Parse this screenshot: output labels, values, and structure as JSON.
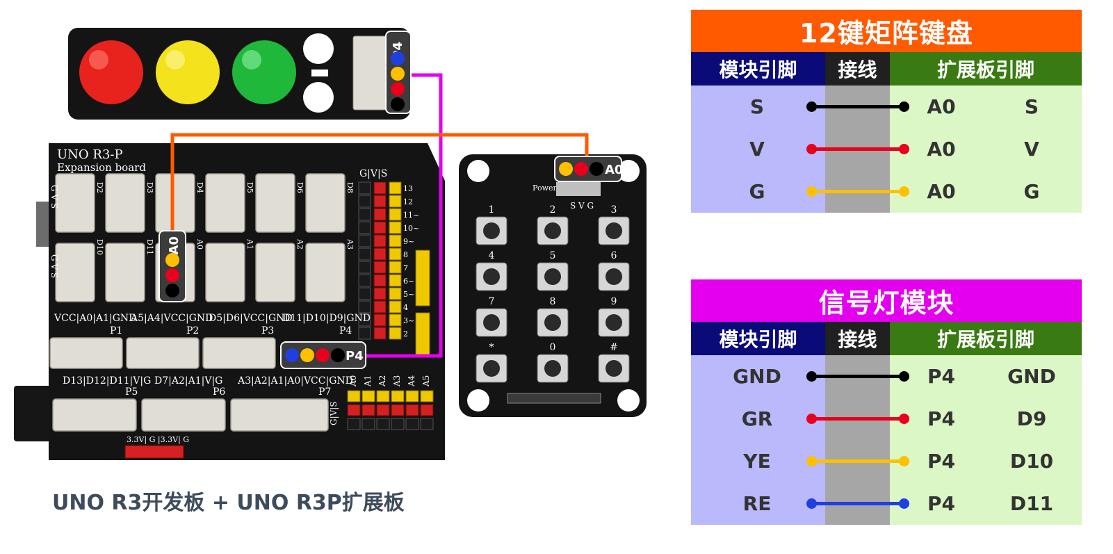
{
  "traffic_light": {
    "port_tag": "P4"
  },
  "shield": {
    "title_line1": "UNO R3-P",
    "title_line2": "Expansion board",
    "port_tag": "A0",
    "gvs_left": "G V S",
    "gvs_header": "G|V|S",
    "top_ports": [
      "D2",
      "D3",
      "D4",
      "D5",
      "D6",
      "D8"
    ],
    "mid_ports": [
      "D10",
      "D11",
      "A0",
      "A1",
      "A2",
      "A3"
    ],
    "pin_numbers": [
      "13",
      "12",
      "11~",
      "10~",
      "9~",
      "8",
      "7",
      "6~",
      "5~",
      "4",
      "3~",
      "2"
    ],
    "p_labels": [
      {
        "pins": "VCC|A0|A1|GND",
        "name": "P1"
      },
      {
        "pins": "A5|A4|VCC|GND",
        "name": "P2"
      },
      {
        "pins": "D5|D6|VCC|GND",
        "name": "P3"
      },
      {
        "pins": "D11|D10|D9|GND",
        "name": "P4"
      },
      {
        "pins": "D13|D12|D11|V|G",
        "name": "P5"
      },
      {
        "pins": "D7|A2|A1|V|G",
        "name": "P6"
      },
      {
        "pins": "A3|A2|A1|A0|VCC|GND",
        "name": "P7"
      }
    ],
    "analog_labels": [
      "A0",
      "A1",
      "A2",
      "A3",
      "A4",
      "A5"
    ],
    "power_label": "3.3V| G |3.3V| G",
    "p4_tag": "P4"
  },
  "keypad": {
    "port_tag": "A0",
    "svg_label": "S V G",
    "power_label": "Power",
    "key_labels": [
      "1",
      "2",
      "3",
      "4",
      "5",
      "6",
      "7",
      "8",
      "9",
      "*",
      "0",
      "#"
    ]
  },
  "caption": "UNO R3开发板 + UNO R3P扩展板",
  "table1": {
    "title": "12键矩阵键盘",
    "headers": {
      "module_pin": "模块引脚",
      "wiring": "接线",
      "ext_pin": "扩展板引脚"
    },
    "rows": [
      {
        "module_pin": "S",
        "color": "#000000",
        "port": "A0",
        "signal": "S"
      },
      {
        "module_pin": "V",
        "color": "#e8001c",
        "port": "A0",
        "signal": "V"
      },
      {
        "module_pin": "G",
        "color": "#ffc000",
        "port": "A0",
        "signal": "G"
      }
    ]
  },
  "table2": {
    "title": "信号灯模块",
    "headers": {
      "module_pin": "模块引脚",
      "wiring": "接线",
      "ext_pin": "扩展板引脚"
    },
    "rows": [
      {
        "module_pin": "GND",
        "color": "#000000",
        "port": "P4",
        "signal": "GND"
      },
      {
        "module_pin": "GR",
        "color": "#e8001c",
        "port": "P4",
        "signal": "D9"
      },
      {
        "module_pin": "YE",
        "color": "#ffc000",
        "port": "P4",
        "signal": "D10"
      },
      {
        "module_pin": "RE",
        "color": "#1f3fe0",
        "port": "P4",
        "signal": "D11"
      }
    ]
  },
  "colors": {
    "keypad_wire": "#ff5a00",
    "light_wire": "#e400ee",
    "red": "#e8001c",
    "yellow": "#ffc000",
    "blue": "#1f3fe0",
    "black": "#000000"
  }
}
